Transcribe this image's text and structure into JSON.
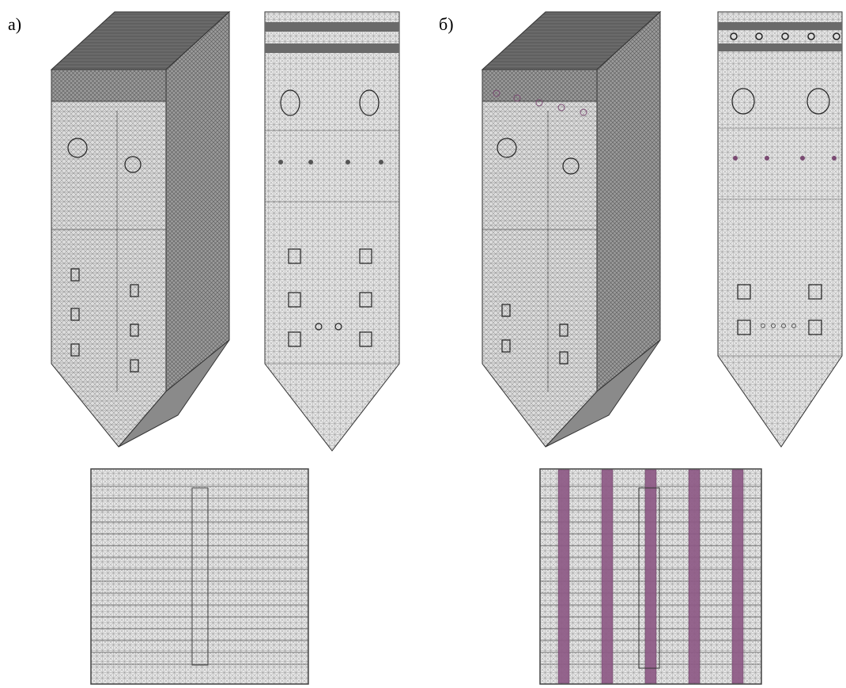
{
  "labels": {
    "a": "а)",
    "b": "б)"
  },
  "figures": {
    "a_iso": "isometric-mesh-model",
    "a_front": "front-view-mesh",
    "a_top": "top-view-mesh-horizontal-strips",
    "b_iso": "isometric-mesh-model",
    "b_front": "front-view-mesh",
    "b_top": "top-view-mesh-vertical-pipes"
  },
  "colors": {
    "mesh_light": "#d9d9d9",
    "mesh_mid": "#8c8c8c",
    "mesh_dark": "#5a5a5a",
    "top_face": "#6e6e6e",
    "pipe": "#8e5a86",
    "outline": "#333333"
  }
}
